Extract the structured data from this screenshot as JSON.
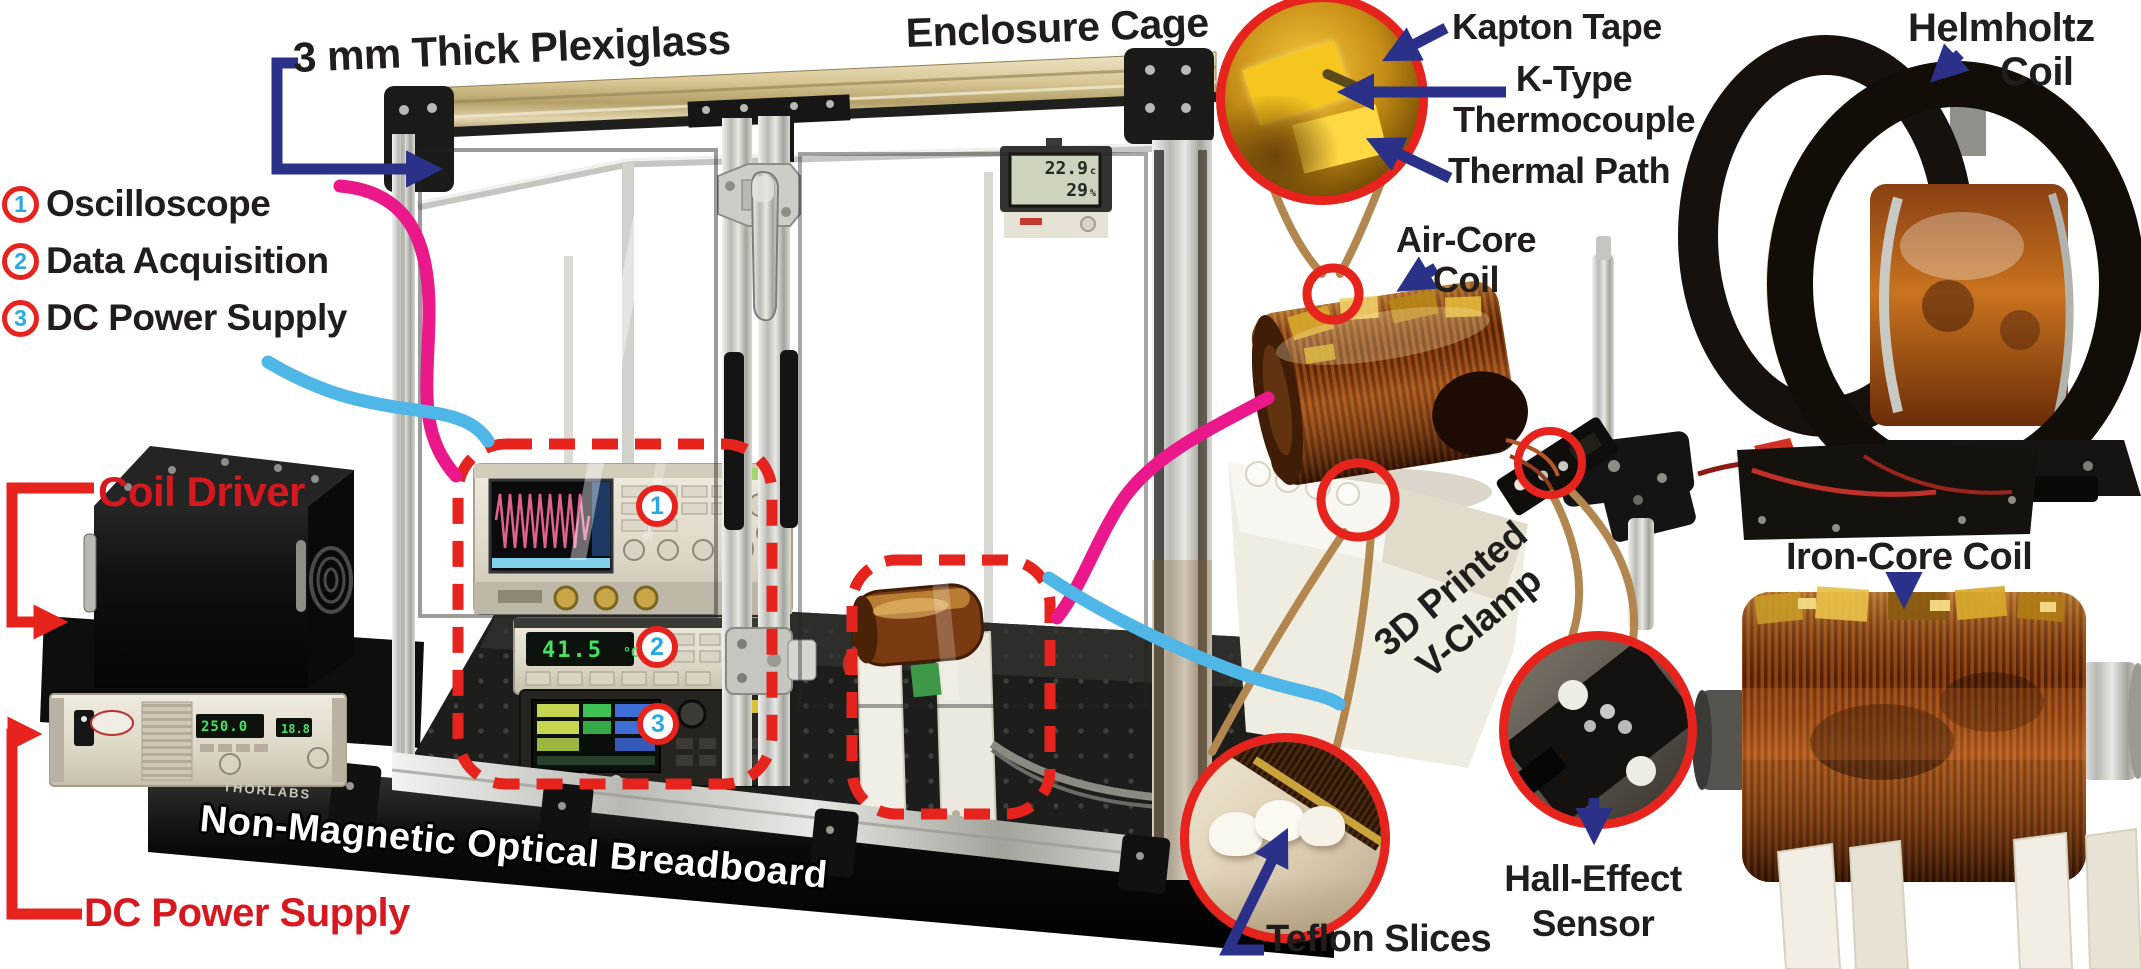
{
  "figure": {
    "annotations": {
      "plexiglass": "3 mm Thick Plexiglass",
      "enclosure_cage": "Enclosure Cage",
      "kapton_tape": "Kapton Tape",
      "k_type_line1": "K-Type",
      "k_type_line2": "Thermocouple",
      "thermal_path": "Thermal Path",
      "air_core_line1": "Air-Core",
      "air_core_line2": "Coil",
      "helmholtz_line1": "Helmholtz",
      "helmholtz_line2": "Coil",
      "coil_driver": "Coil Driver",
      "dc_power_supply": "DC Power Supply",
      "breadboard": "Non-Magnetic Optical Breadboard",
      "v_clamp_line1": "3D Printed",
      "v_clamp_line2": "V-Clamp",
      "teflon_slices": "Teflon Slices",
      "hall_line1": "Hall-Effect",
      "hall_line2": "Sensor",
      "iron_core": "Iron-Core Coil"
    },
    "legend": {
      "items": [
        {
          "num": "1",
          "label": "Oscilloscope"
        },
        {
          "num": "2",
          "label": "Data Acquisition"
        },
        {
          "num": "3",
          "label": "DC Power Supply"
        }
      ]
    },
    "readouts": {
      "thermometer_temp": "22.9",
      "thermometer_temp_unit": "c",
      "thermometer_humidity": "29",
      "thermometer_humidity_unit": "%",
      "daq_value": "41.5",
      "daq_unit": "°C",
      "psu_value": "250.0",
      "psu_value2": "18.8",
      "breadboard_brand": "THORLABS"
    },
    "colors": {
      "annotation_red": "#e6231d",
      "annotation_navy": "#2b3189",
      "annotation_pink": "#eb188c",
      "annotation_blue": "#4fb6e8",
      "tan_connector": "#b1874f",
      "legend_number_blue": "#2aa9e1",
      "label_red": "#d6191f"
    }
  }
}
